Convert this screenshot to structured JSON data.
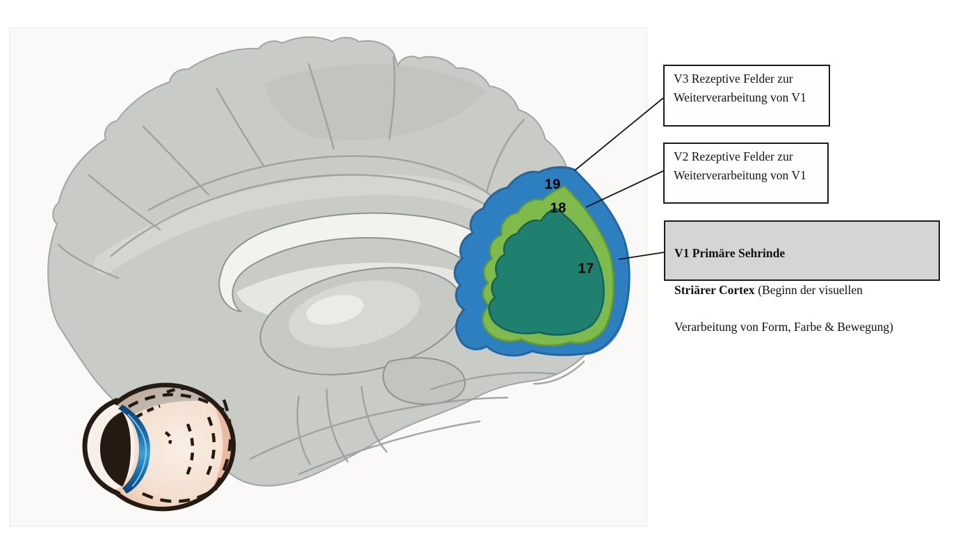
{
  "figure": {
    "caption_area_numbers": [
      "19",
      "18",
      "17"
    ]
  },
  "areas": {
    "v3": {
      "label": "19",
      "color": "#2e7fc0"
    },
    "v2": {
      "label": "18",
      "color": "#7fba4d"
    },
    "v1": {
      "label": "17",
      "color": "#1f8070"
    }
  },
  "callouts": {
    "v3": {
      "text": "V3 Rezeptive Felder zur Weiterverarbeitung von V1"
    },
    "v2": {
      "text": "V2 Rezeptive Felder zur Weiterverarbeitung von V1"
    },
    "v1": {
      "line1": "V1 Primäre Sehrinde",
      "line2_bold": "Striärer Cortex",
      "line2_rest": "(Beginn der visuellen",
      "line3": "Verarbeitung von Form, Farbe & Bewegung)",
      "background": "#d5d5d3"
    }
  },
  "palette": {
    "area_v3_blue": "#2e7fc0",
    "area_v2_green": "#7fba4d",
    "area_v1_teal": "#1f8070",
    "cortex_gray": "#c9cbc6",
    "scan_paper": "#faf9f7",
    "v1_box_gray": "#d5d5d3"
  }
}
